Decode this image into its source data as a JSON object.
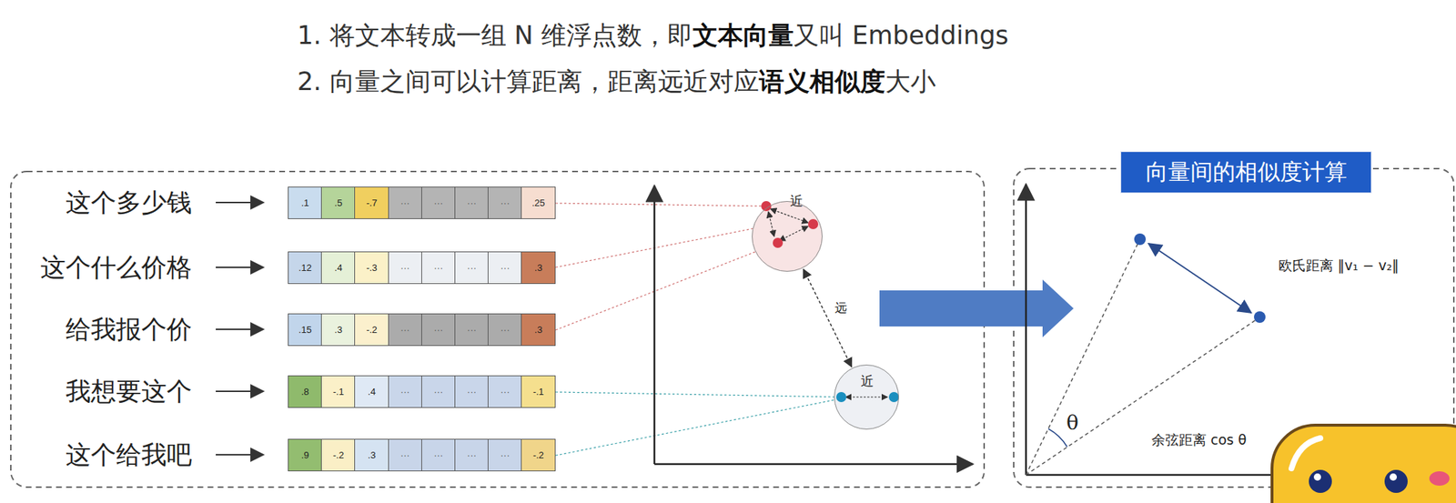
{
  "diagram": {
    "nodes": [
      {
        "text": [
          ".1"
        ]
      },
      {
        "text": [
          ".5"
        ]
      },
      {
        "text": [
          "-.7"
        ]
      },
      {
        "text": [
          "···"
        ]
      },
      {
        "text": [
          "···"
        ]
      },
      {
        "text": [
          "···"
        ]
      },
      {
        "text": [
          "···"
        ]
      },
      {
        "text": [
          ".25"
        ]
      },
      {
        "text": [
          ".12"
        ]
      },
      {
        "text": [
          ".4"
        ]
      },
      {
        "text": [
          "-.3"
        ]
      },
      {
        "text": [
          "···"
        ]
      },
      {
        "text": [
          "···"
        ]
      },
      {
        "text": [
          "···"
        ]
      },
      {
        "text": [
          "···"
        ]
      },
      {
        "text": [
          ".3"
        ]
      },
      {
        "text": [
          ".15"
        ]
      },
      {
        "text": [
          ".3"
        ]
      },
      {
        "text": [
          "-.2"
        ]
      },
      {
        "text": [
          "···"
        ]
      },
      {
        "text": [
          "···"
        ]
      },
      {
        "text": [
          "···"
        ]
      },
      {
        "text": [
          "···"
        ]
      },
      {
        "text": [
          ".3"
        ]
      },
      {
        "text": [
          ".8"
        ]
      },
      {
        "text": [
          "-.1"
        ]
      },
      {
        "text": [
          ".4"
        ]
      },
      {
        "text": [
          "···"
        ]
      },
      {
        "text": [
          "···"
        ]
      },
      {
        "text": [
          "···"
        ]
      },
      {
        "text": [
          "···"
        ]
      },
      {
        "text": [
          "-.1"
        ]
      },
      {
        "text": [
          ".9"
        ]
      },
      {
        "text": [
          "-.2"
        ]
      },
      {
        "text": [
          ".3"
        ]
      },
      {
        "text": [
          "···"
        ]
      },
      {
        "text": [
          "···"
        ]
      },
      {
        "text": [
          "···"
        ]
      },
      {
        "text": [
          "···"
        ]
      },
      {
        "text": [
          "-.2"
        ]
      },
      {
        "text": [
          "近"
        ]
      },
      {
        "text": [
          "近"
        ]
      },
      {
        "text": [
          "向量间的相似度计算"
        ]
      }
    ],
    "edges": [
      {
        "from": 40,
        "to": 41,
        "arrow": "both",
        "label": "远"
      }
    ],
    "labels": [
      "1. 将文本转成一组 N 维浮点数，即",
      "文本向量",
      "又叫 Embeddings",
      "2. 向量之间可以计算距离，距离远近对应",
      "语义相似度",
      "大小",
      "这个多少钱",
      "这个什么价格",
      "给我报个价",
      "我想要这个",
      "这个给我吧",
      "欧氏距离 ‖v₁ − v₂‖",
      "θ",
      "余弦距离 cos θ"
    ]
  }
}
